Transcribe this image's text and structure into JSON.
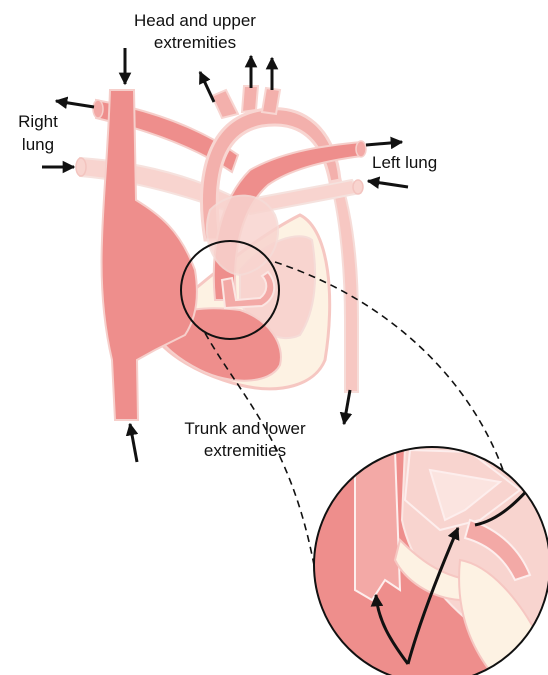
{
  "labels": {
    "head_line1": "Head and upper",
    "head_line2": "extremities",
    "right_lung_line1": "Right",
    "right_lung_line2": "lung",
    "left_lung": "Left lung",
    "trunk_line1": "Trunk and lower",
    "trunk_line2": "extremities"
  },
  "colors": {
    "vessel_dark": "#ee8e8c",
    "vessel_mid": "#f3a9a6",
    "vessel_light": "#f8cfca",
    "chamber_cream": "#fdf2e3",
    "outline": "#f7d6d3",
    "arrow": "#111111"
  },
  "icons": [
    "arrow-icon",
    "magnifier-circle-icon"
  ]
}
